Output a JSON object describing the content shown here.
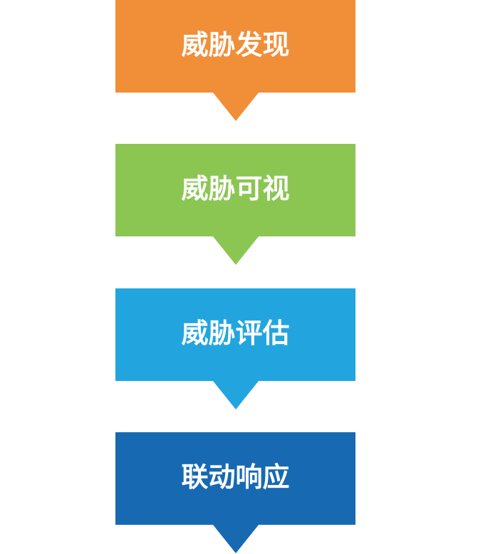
{
  "steps": [
    {
      "label": "威胁发现",
      "color": "#f18e38"
    },
    {
      "label": "威胁可视",
      "color": "#8bc653"
    },
    {
      "label": "威胁评估",
      "color": "#22a5df"
    },
    {
      "label": "联动响应",
      "color": "#1769b2"
    }
  ]
}
